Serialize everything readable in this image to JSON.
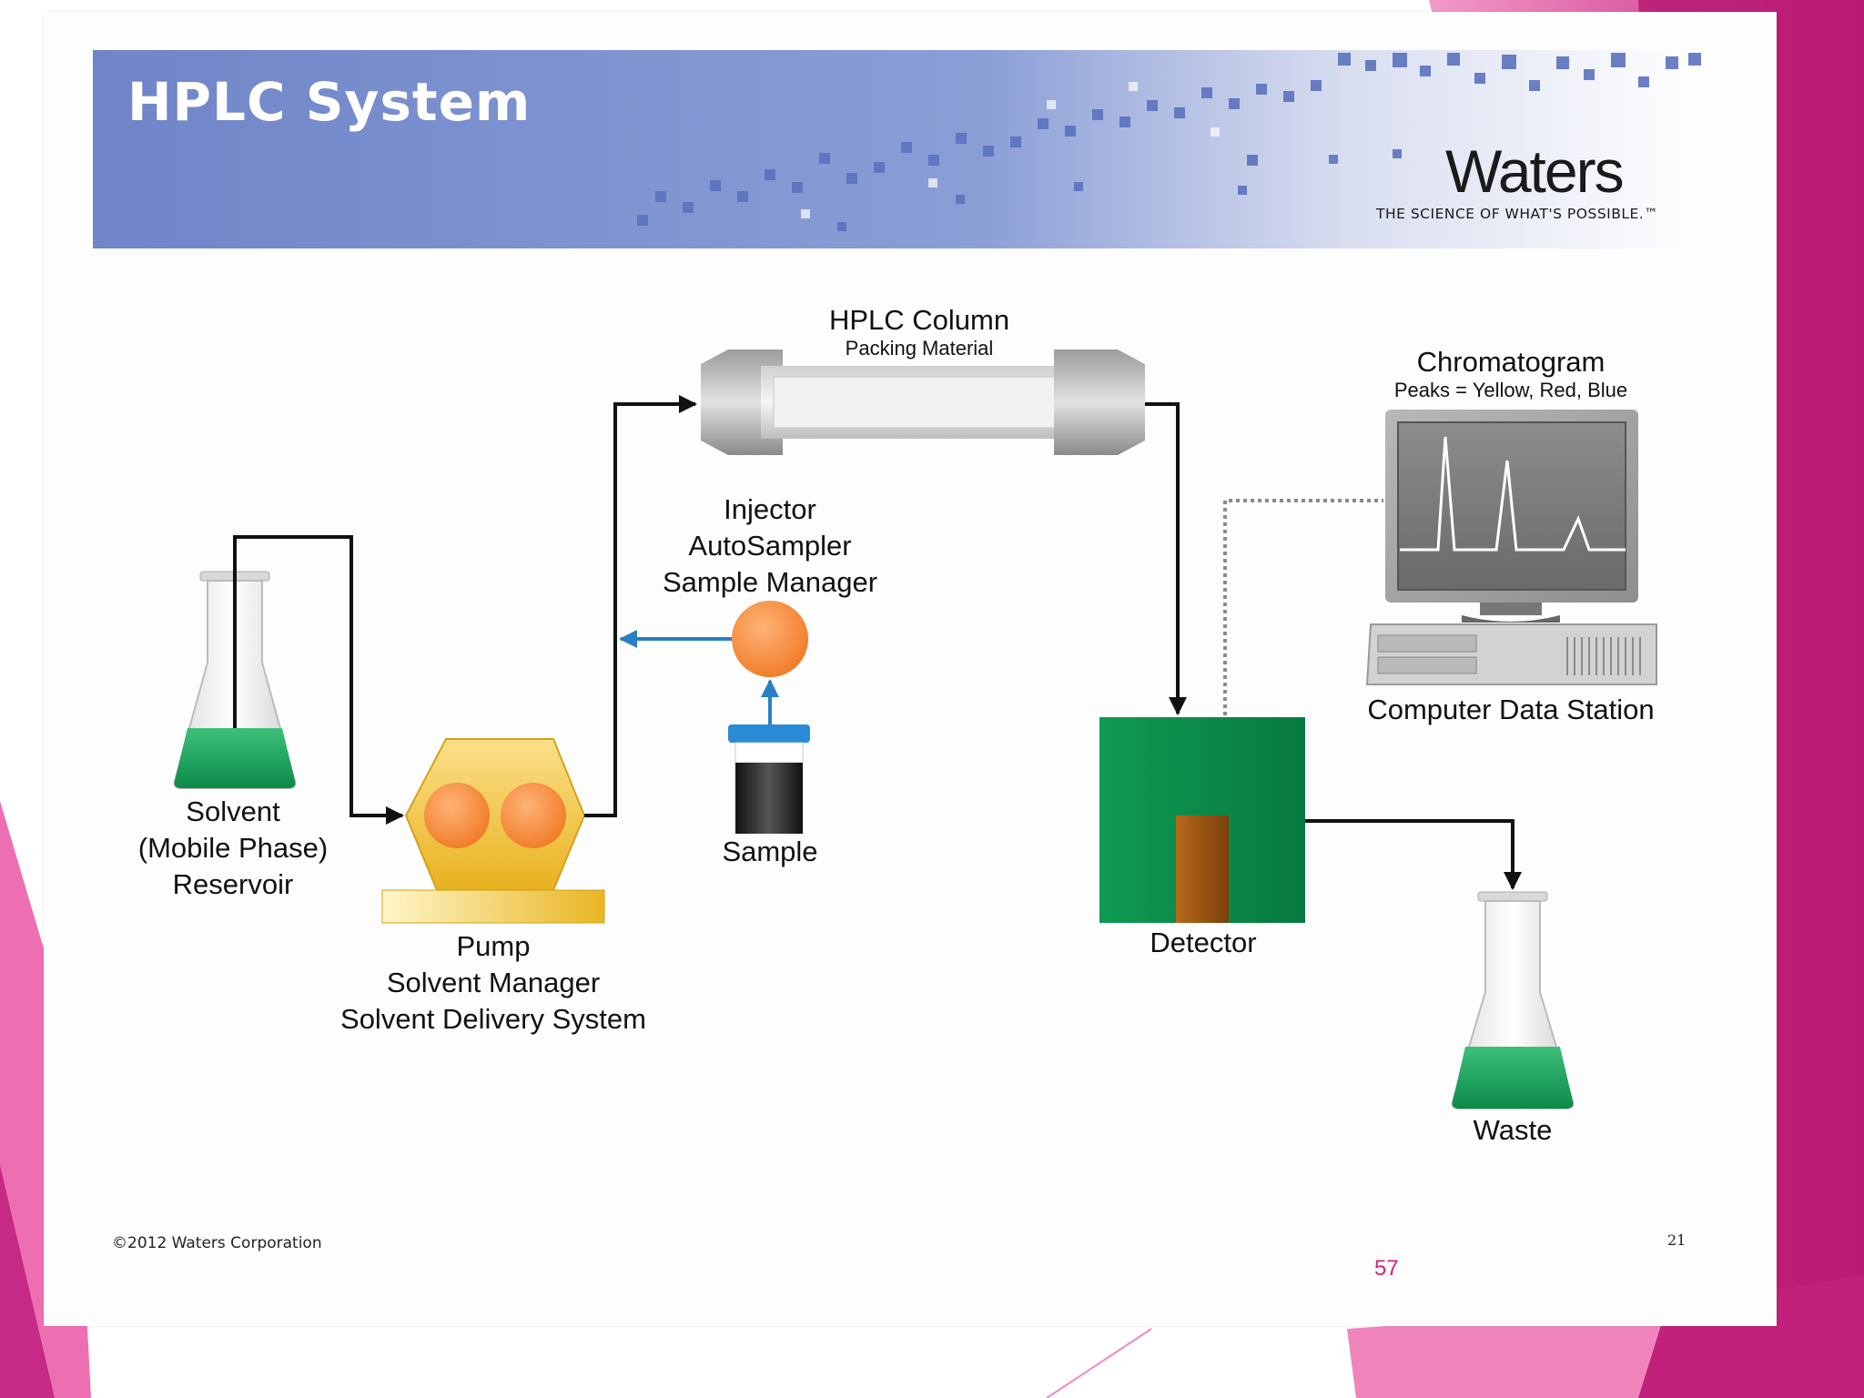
{
  "slide": {
    "title": "HPLC System",
    "brand": "Waters",
    "tagline": "THE SCIENCE OF WHAT'S POSSIBLE.™",
    "copyright": "©2012 Waters Corporation",
    "page_number": "21",
    "slide_number": "57"
  },
  "diagram": {
    "column": {
      "title": "HPLC Column",
      "subtitle": "Packing Material"
    },
    "chromatogram": {
      "title": "Chromatogram",
      "subtitle": "Peaks = Yellow, Red, Blue"
    },
    "injector": {
      "line1": "Injector",
      "line2": "AutoSampler",
      "line3": "Sample Manager"
    },
    "solvent": {
      "line1": "Solvent",
      "line2": "(Mobile Phase)",
      "line3": "Reservoir"
    },
    "pump": {
      "line1": "Pump",
      "line2": "Solvent Manager",
      "line3": "Solvent Delivery System"
    },
    "sample": "Sample",
    "detector": "Detector",
    "computer": "Computer Data Station",
    "waste": "Waste"
  },
  "colors": {
    "header_blue": "#6a80c4",
    "accent_pink": "#d0237f",
    "liquid_green": "#14a05a",
    "detector_green": "#0b8a4a",
    "pump_yellow": "#f2c53a",
    "orange": "#f7923a",
    "flow_blue": "#2a7fc4"
  },
  "icons": [
    "flask-icon",
    "pump-icon",
    "column-icon",
    "monitor-icon",
    "detector-icon",
    "vial-icon"
  ]
}
